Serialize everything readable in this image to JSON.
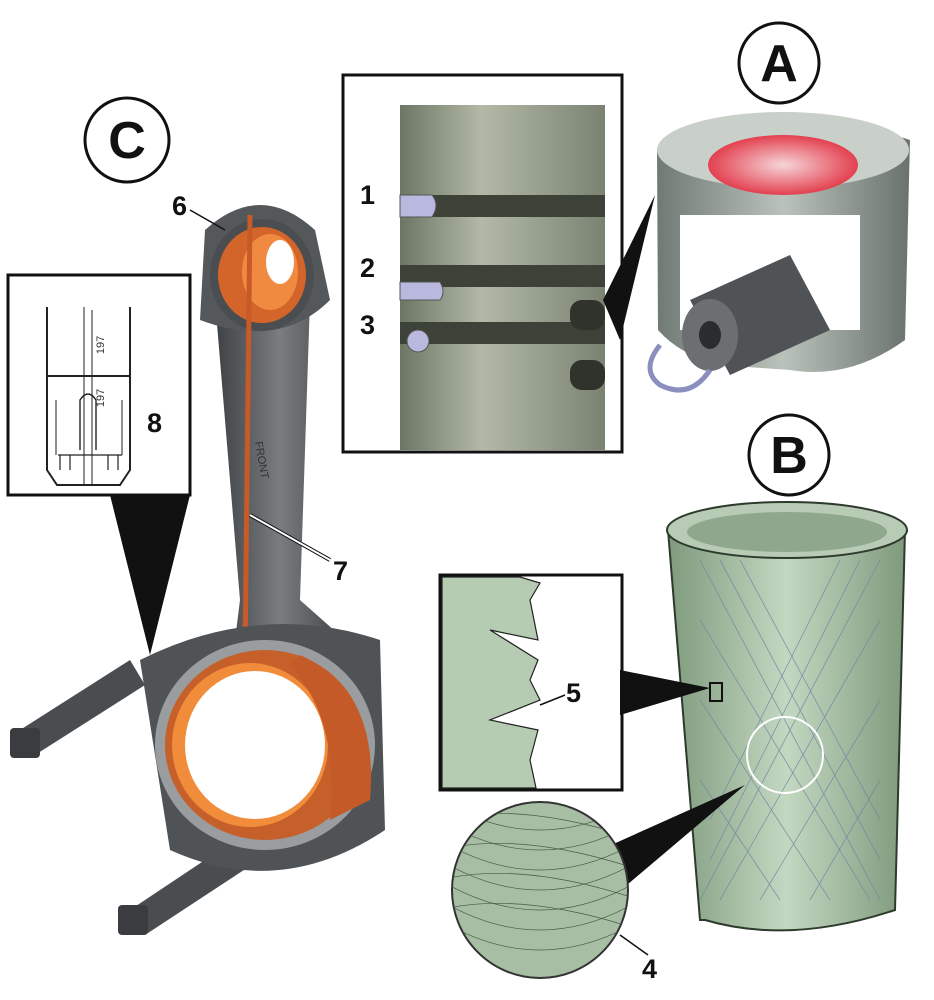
{
  "sections": {
    "a": "A",
    "b": "B",
    "c": "C"
  },
  "callouts": {
    "c1": "1",
    "c2": "2",
    "c3": "3",
    "c4": "4",
    "c5": "5",
    "c6": "6",
    "c7": "7",
    "c8": "8"
  },
  "rod_marking": "FRONT",
  "inset8": {
    "mark_upper": "197",
    "mark_lower": "197"
  },
  "colors": {
    "rod": "#5a5d60",
    "bearing": "#d4652a",
    "liner": "#a9c2a5",
    "piston_bowl": "#e8505e",
    "ring": "#b9b9e0"
  }
}
